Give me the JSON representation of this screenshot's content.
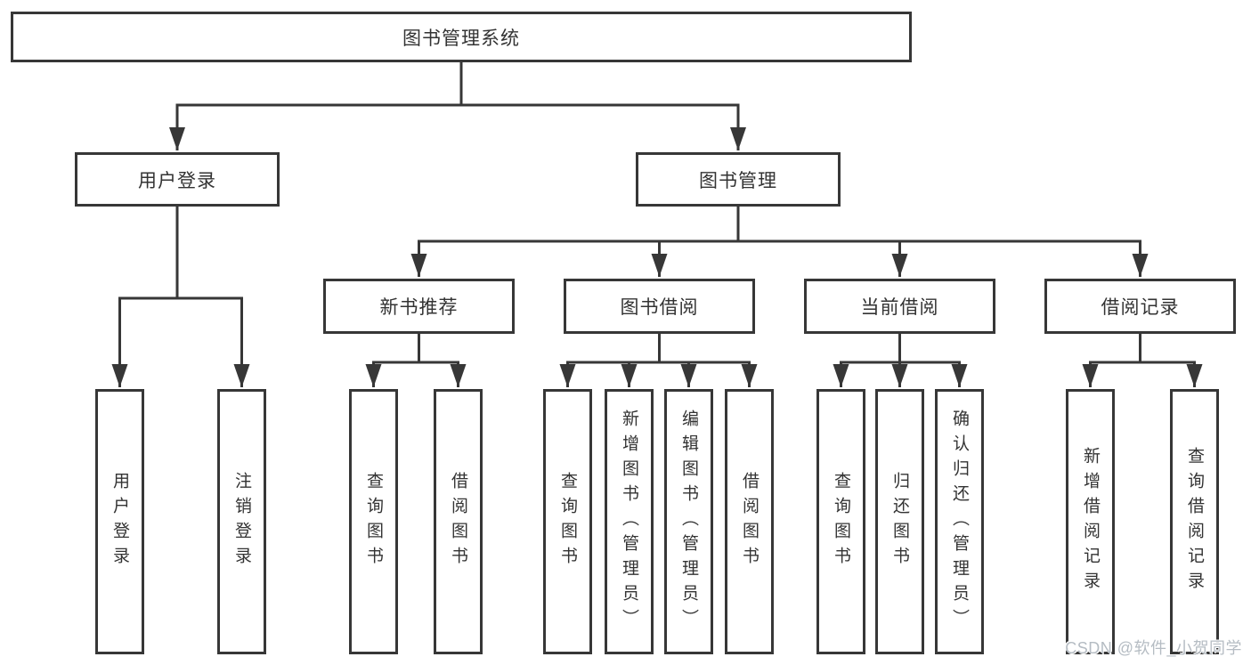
{
  "tree": {
    "root": {
      "label": "图书管理系统"
    },
    "level2": [
      {
        "label": "用户登录",
        "children": [
          {
            "label": "用户登录"
          },
          {
            "label": "注销登录"
          }
        ]
      },
      {
        "label": "图书管理",
        "children": [
          {
            "label": "新书推荐",
            "children": [
              {
                "label": "查询图书"
              },
              {
                "label": "借阅图书"
              }
            ]
          },
          {
            "label": "图书借阅",
            "children": [
              {
                "label": "查询图书"
              },
              {
                "label": "新增图书（管理员）"
              },
              {
                "label": "编辑图书（管理员）"
              },
              {
                "label": "借阅图书"
              }
            ]
          },
          {
            "label": "当前借阅",
            "children": [
              {
                "label": "查询图书"
              },
              {
                "label": "归还图书"
              },
              {
                "label": "确认归还（管理员）"
              }
            ]
          },
          {
            "label": "借阅记录",
            "children": [
              {
                "label": "新增借阅记录"
              },
              {
                "label": "查询借阅记录"
              }
            ]
          }
        ]
      }
    ]
  },
  "watermark": {
    "text": "CSDN @软件_小贺同学"
  },
  "colors": {
    "line": "#373737",
    "text": "#333333",
    "background": "#ffffff",
    "watermark": "#b5bcc3"
  }
}
